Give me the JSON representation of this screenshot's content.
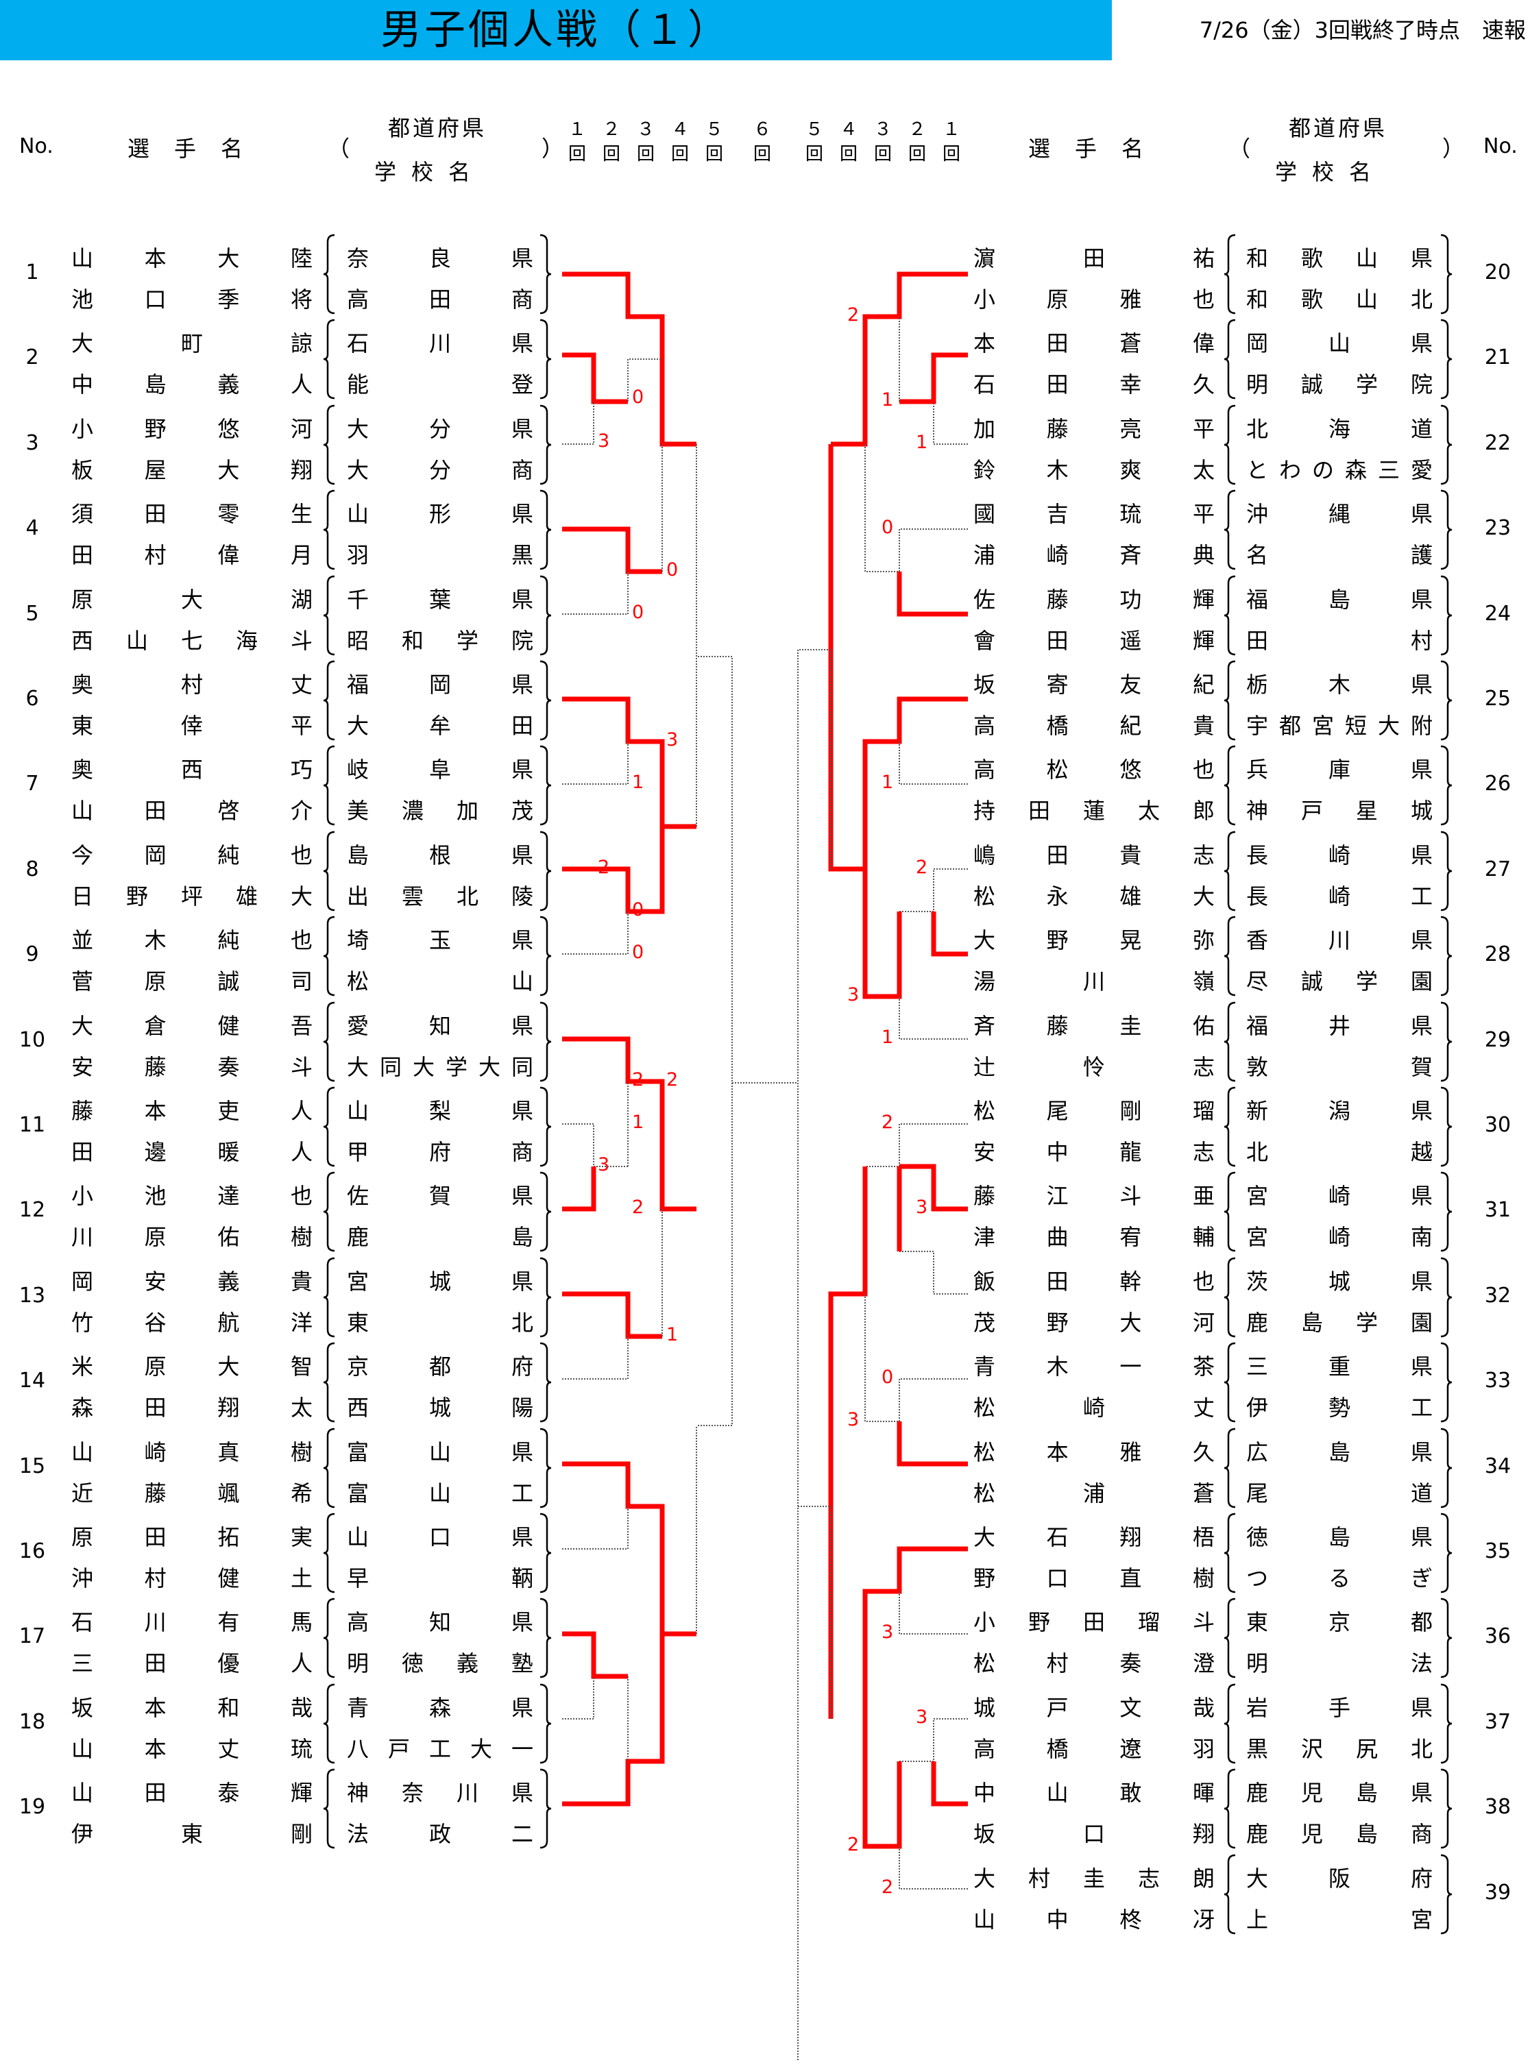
{
  "header": {
    "title": "男子個人戦（１）",
    "update": "7/26（金）3回戦終了時点　速報"
  },
  "columns": {
    "no": "No.",
    "player_name": "選手名",
    "prefecture": "都道府県",
    "school": "学校名",
    "open_paren": "（",
    "close_paren": "）",
    "left_rounds": [
      "１",
      "２",
      "３",
      "４",
      "５",
      "６"
    ],
    "right_rounds": [
      "５",
      "４",
      "３",
      "２",
      "１"
    ],
    "round_suffix": "回"
  },
  "left_entries": [
    {
      "no": "1",
      "p1": "山本大陸",
      "p2": "池口季将",
      "pref": "奈良県",
      "school": "高田商"
    },
    {
      "no": "2",
      "p1": "大町諒",
      "p2": "中島義人",
      "pref": "石川県",
      "school": "能登"
    },
    {
      "no": "3",
      "p1": "小野悠河",
      "p2": "板屋大翔",
      "pref": "大分県",
      "school": "大分商"
    },
    {
      "no": "4",
      "p1": "須田零生",
      "p2": "田村偉月",
      "pref": "山形県",
      "school": "羽黒"
    },
    {
      "no": "5",
      "p1": "原大湖",
      "p2": "西山七海斗",
      "pref": "千葉県",
      "school": "昭和学院"
    },
    {
      "no": "6",
      "p1": "奥村丈",
      "p2": "東倖平",
      "pref": "福岡県",
      "school": "大牟田"
    },
    {
      "no": "7",
      "p1": "奥西巧",
      "p2": "山田啓介",
      "pref": "岐阜県",
      "school": "美濃加茂"
    },
    {
      "no": "8",
      "p1": "今岡純也",
      "p2": "日野坪雄大",
      "pref": "島根県",
      "school": "出雲北陵"
    },
    {
      "no": "9",
      "p1": "並木純也",
      "p2": "菅原誠司",
      "pref": "埼玉県",
      "school": "松山"
    },
    {
      "no": "10",
      "p1": "大倉健吾",
      "p2": "安藤奏斗",
      "pref": "愛知県",
      "school": "大同大学大同"
    },
    {
      "no": "11",
      "p1": "藤本吏人",
      "p2": "田邊暖人",
      "pref": "山梨県",
      "school": "甲府商"
    },
    {
      "no": "12",
      "p1": "小池達也",
      "p2": "川原佑樹",
      "pref": "佐賀県",
      "school": "鹿島"
    },
    {
      "no": "13",
      "p1": "岡安義貴",
      "p2": "竹谷航洋",
      "pref": "宮城県",
      "school": "東北"
    },
    {
      "no": "14",
      "p1": "米原大智",
      "p2": "森田翔太",
      "pref": "京都府",
      "school": "西城陽"
    },
    {
      "no": "15",
      "p1": "山崎真樹",
      "p2": "近藤颯希",
      "pref": "富山県",
      "school": "富山工"
    },
    {
      "no": "16",
      "p1": "原田拓実",
      "p2": "沖村健土",
      "pref": "山口県",
      "school": "早鞆"
    },
    {
      "no": "17",
      "p1": "石川有馬",
      "p2": "三田優人",
      "pref": "高知県",
      "school": "明徳義塾"
    },
    {
      "no": "18",
      "p1": "坂本和哉",
      "p2": "山本丈琉",
      "pref": "青森県",
      "school": "八戸工大一"
    },
    {
      "no": "19",
      "p1": "山田泰輝",
      "p2": "伊東剛",
      "pref": "神奈川県",
      "school": "法政二"
    }
  ],
  "right_entries": [
    {
      "no": "20",
      "p1": "濵田祐",
      "p2": "小原雅也",
      "pref": "和歌山県",
      "school": "和歌山北"
    },
    {
      "no": "21",
      "p1": "本田蒼偉",
      "p2": "石田幸久",
      "pref": "岡山県",
      "school": "明誠学院"
    },
    {
      "no": "22",
      "p1": "加藤亮平",
      "p2": "鈴木爽太",
      "pref": "北海道",
      "school": "とわの森三愛"
    },
    {
      "no": "23",
      "p1": "國吉琉平",
      "p2": "浦崎斉典",
      "pref": "沖縄県",
      "school": "名護"
    },
    {
      "no": "24",
      "p1": "佐藤功輝",
      "p2": "會田遥輝",
      "pref": "福島県",
      "school": "田村"
    },
    {
      "no": "25",
      "p1": "坂寄友紀",
      "p2": "高橋紀貴",
      "pref": "栃木県",
      "school": "宇都宮短大附"
    },
    {
      "no": "26",
      "p1": "高松悠也",
      "p2": "持田蓮太郎",
      "pref": "兵庫県",
      "school": "神戸星城"
    },
    {
      "no": "27",
      "p1": "嶋田貴志",
      "p2": "松永雄大",
      "pref": "長崎県",
      "school": "長崎工"
    },
    {
      "no": "28",
      "p1": "大野晃弥",
      "p2": "湯川嶺",
      "pref": "香川県",
      "school": "尽誠学園"
    },
    {
      "no": "29",
      "p1": "斉藤圭佑",
      "p2": "辻怜志",
      "pref": "福井県",
      "school": "敦賀"
    },
    {
      "no": "30",
      "p1": "松尾剛瑠",
      "p2": "安中龍志",
      "pref": "新潟県",
      "school": "北越"
    },
    {
      "no": "31",
      "p1": "藤江斗亜",
      "p2": "津曲宥輔",
      "pref": "宮崎県",
      "school": "宮崎南"
    },
    {
      "no": "32",
      "p1": "飯田幹也",
      "p2": "茂野大河",
      "pref": "茨城県",
      "school": "鹿島学園"
    },
    {
      "no": "33",
      "p1": "青木一茶",
      "p2": "松崎丈",
      "pref": "三重県",
      "school": "伊勢工"
    },
    {
      "no": "34",
      "p1": "松本雅久",
      "p2": "松浦蒼",
      "pref": "広島県",
      "school": "尾道"
    },
    {
      "no": "35",
      "p1": "大石翔梧",
      "p2": "野口直樹",
      "pref": "徳島県",
      "school": "つるぎ"
    },
    {
      "no": "36",
      "p1": "小野田瑠斗",
      "p2": "松村奏澄",
      "pref": "東京都",
      "school": "明法"
    },
    {
      "no": "37",
      "p1": "城戸文哉",
      "p2": "高橋遼羽",
      "pref": "岩手県",
      "school": "黒沢尻北"
    },
    {
      "no": "38",
      "p1": "中山敢暉",
      "p2": "坂口翔",
      "pref": "鹿児島県",
      "school": "鹿児島商"
    },
    {
      "no": "39",
      "p1": "大村圭志朗",
      "p2": "山中柊冴",
      "pref": "大阪府",
      "school": "上宮"
    }
  ],
  "left_scores": [
    "0",
    "3",
    "0",
    "0",
    "3",
    "1",
    "0",
    "2",
    "0",
    "2",
    "2",
    "1",
    "3",
    "2",
    "1"
  ],
  "right_scores": [
    "2",
    "1",
    "1",
    "0",
    "1",
    "2",
    "3",
    "1",
    "2",
    "3",
    "0",
    "3",
    "3",
    "3",
    "2",
    "2"
  ],
  "colors": {
    "banner": "#00aeef",
    "winner_line": "#ff0000",
    "score": "#ff0000",
    "loser_line": "#555555"
  }
}
